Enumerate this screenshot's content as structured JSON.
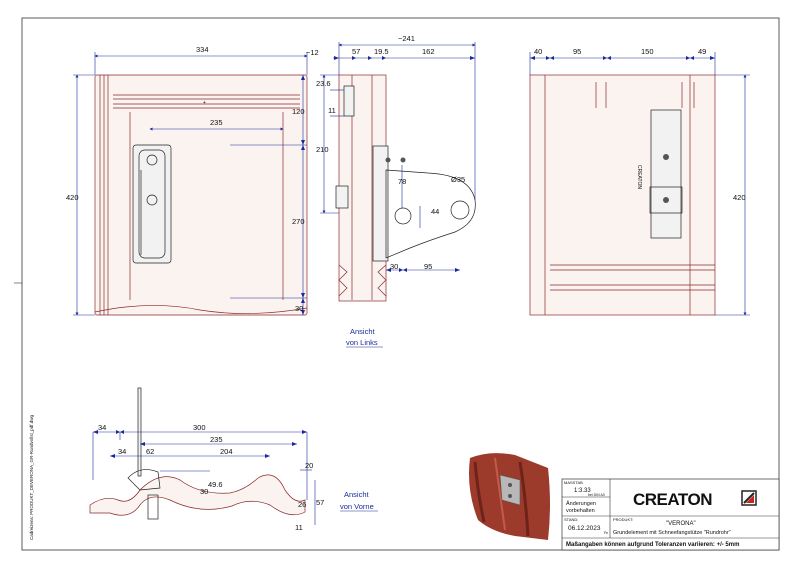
{
  "views": {
    "front": {
      "width_dim": "334",
      "height_dim": "420",
      "inner_width_dim": "235",
      "right_dims": [
        "120",
        "270",
        "30"
      ]
    },
    "left": {
      "caption_line1": "Ansicht",
      "caption_line2": "von Links",
      "top_dim": "~241",
      "top_segments": [
        "~12",
        "57",
        "19.5",
        "162"
      ],
      "left_dims": [
        "23.6",
        "11",
        "210"
      ],
      "hole_dim": "Ø35",
      "dim_78": "78",
      "dim_44": "44",
      "bottom_dims": [
        "30",
        "95"
      ]
    },
    "right": {
      "top_segments": [
        "40",
        "95",
        "150",
        "49"
      ],
      "height_dim": "420",
      "bracket_brand": "CREATON"
    },
    "bottom": {
      "caption_line1": "Ansicht",
      "caption_line2": "von Vorne",
      "dims": [
        "34",
        "300",
        "235",
        "34",
        "62",
        "204",
        "20",
        "30",
        "49.6",
        "26",
        "57",
        "11"
      ]
    }
  },
  "side_text": "Cadreizens: PRODUKT_DEVERONA_GR-Rundvollst_pdf.dwg",
  "title_block": {
    "scale_label": "MASSTAB",
    "scale_value": "1:3.33",
    "scale_note": "bei DIN A3",
    "changes_line1": "Änderungen",
    "changes_line2": "vorbehalten",
    "date_label": "STAND:",
    "date_value": "06.12.2023",
    "date_suffix": "Fe",
    "product_label": "PRODUKT:",
    "product_name": "\"VERONA\"",
    "product_desc": "Grundelement mit Schneefangstütze \"Rundrohr\"",
    "footer": "Maßangaben können aufgrund Toleranzen variieren: +/- 5mm",
    "logo_text": "CREATON"
  },
  "colors": {
    "dimension": "#1a2a9a",
    "tile_outline": "#8a2a2a",
    "tile_render": "#9c3a2c",
    "hardware": "#9a9a9a"
  }
}
